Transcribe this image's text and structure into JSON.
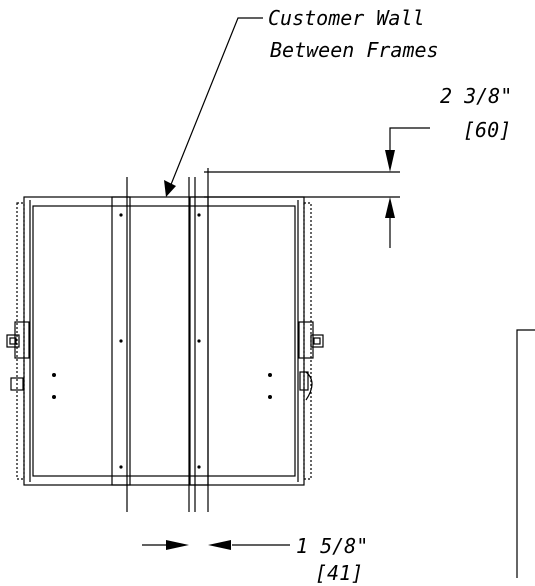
{
  "callouts": {
    "wall_note_line1": "Customer Wall",
    "wall_note_line2": "Between Frames",
    "top_dim_inches": "2 3/8\"",
    "top_dim_mm": "[60]",
    "bottom_dim_inches": "1 5/8\"",
    "bottom_dim_mm": "[41]"
  },
  "colors": {
    "line": "#000000",
    "background": "#ffffff"
  }
}
